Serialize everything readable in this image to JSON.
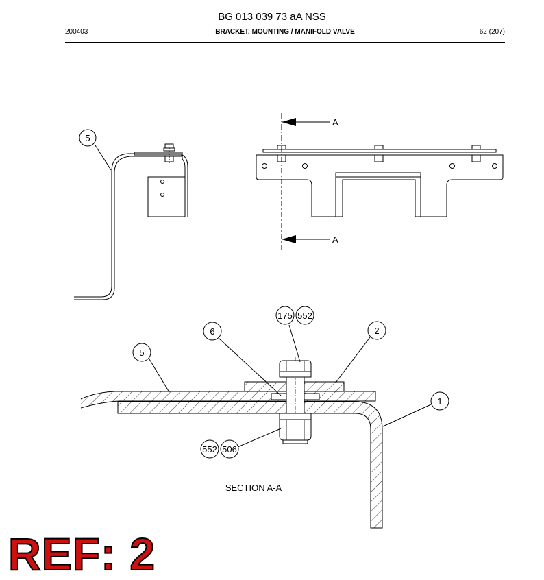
{
  "header": {
    "doc_number": "BG 013 039 73 aA NSS",
    "date_code": "200403",
    "title": "BRACKET, MOUNTING / MANIFOLD VALVE",
    "page": "62 (207)"
  },
  "views": {
    "section_marker": "A",
    "section_caption": "SECTION A-A"
  },
  "callouts": {
    "side_bracket": "5",
    "plate": "5",
    "washer": "6",
    "bolt_a": "175",
    "bolt_b": "552",
    "mounting_plate": "2",
    "bracket": "1",
    "nut_a": "552",
    "nut_b": "506"
  },
  "stamp": {
    "text": "REF: 2",
    "color": "#cc1111"
  }
}
